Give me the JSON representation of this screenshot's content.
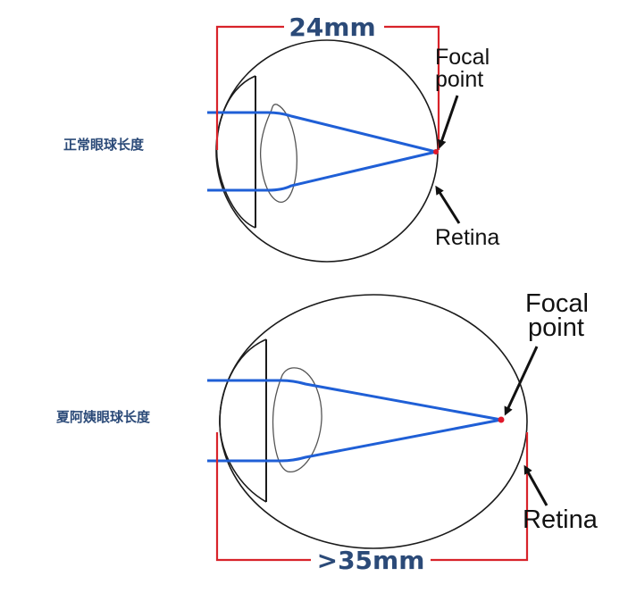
{
  "colors": {
    "outline": "#1a1a1a",
    "ray": "#1f5fd6",
    "bracket": "#d8232a",
    "focus_dot": "#e0182a",
    "label": "#2b4a78"
  },
  "normal_eye": {
    "label": "正常眼球长度",
    "measure": "24mm",
    "focal_label_line1": "Focal",
    "focal_label_line2": "point",
    "retina_label": "Retina"
  },
  "long_eye": {
    "label": "夏阿姨眼球长度",
    "measure": ">35mm",
    "focal_label_line1": "Focal",
    "focal_label_line2": "point",
    "retina_label": "Retina"
  }
}
